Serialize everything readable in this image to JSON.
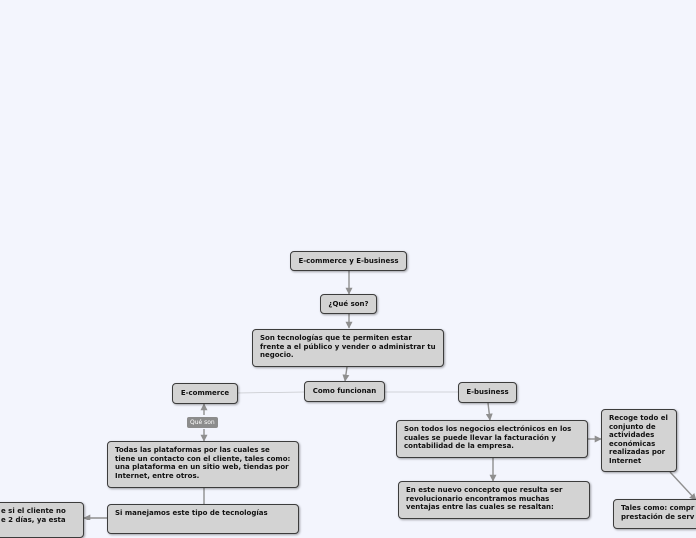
{
  "map": {
    "root": "E-commerce y E-business",
    "que_son": "¿Qué son?",
    "definicion": "Son tecnologías que te permiten estar frente a el público y vender o administrar tu negocio.",
    "como_funcionan": "Como funcionan",
    "ecommerce": {
      "title": "E-commerce",
      "link_label": "Qué son",
      "desc": "Todas las plataformas por las cuales se tiene un contacto con el cliente, tales como: una plataforma en un sitio web, tiendas por Internet, entre otros.",
      "next": "Si manejamos este tipo de tecnologías",
      "left_partial": "e si el cliente no\ne 2 días, ya esta"
    },
    "ebusiness": {
      "title": "E-business",
      "desc": "Son todos los negocios electrónicos en los cuales se puede llevar la facturación y contabilidad de la empresa.",
      "concepto": "En este nuevo concepto que resulta ser revolucionario encontramos muchas ventajas entre las cuales se resaltan:",
      "recoge": "Recoge todo el conjunto de actividades económicas realizadas por Internet",
      "tales": "Tales como: compr prestación de serv"
    }
  },
  "colors": {
    "background": "#f3f5fd",
    "node_fill": "#d3d3d3",
    "node_border": "#3c3c3c",
    "connector": "#8f8f8f"
  }
}
